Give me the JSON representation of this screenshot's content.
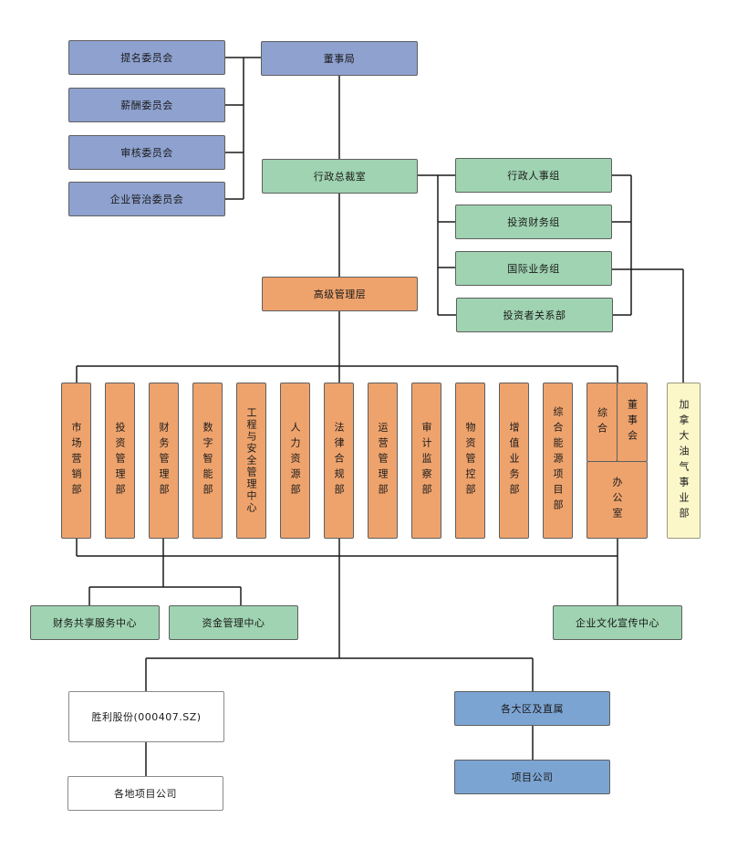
{
  "committees": [
    "提名委员会",
    "薪酬委员会",
    "审核委员会",
    "企业管治委员会"
  ],
  "board": "董事局",
  "exec_office": "行政总裁室",
  "exec_groups": [
    "行政人事组",
    "投资财务组",
    "国际业务组",
    "投资者关系部"
  ],
  "senior_mgmt": "高级管理层",
  "departments": [
    "市场营销部",
    "投资管理部",
    "财务管理部",
    "数字智能部",
    "工程与安全管理中心",
    "人力资源部",
    "法律合规部",
    "运营管理部",
    "审计监察部",
    "物资管控部",
    "增值业务部",
    "综合能源项目部"
  ],
  "office_top_left": "综合",
  "office_top_right": "董事会",
  "office_bottom": "办公室",
  "canada": "加拿大油气事业部",
  "finance_centers": [
    "财务共享服务中心",
    "资金管理中心"
  ],
  "culture_center": "企业文化宣传中心",
  "subsidiary": "胜利股份(000407.SZ)",
  "local_projects": "各地项目公司",
  "regions": "各大区及直属",
  "project_company": "项目公司",
  "colors": {
    "board_blue": "#8ea1cf",
    "office_green": "#9fd3b1",
    "department_orange": "#eea36d",
    "region_blue": "#7ca4d3",
    "canada_yellow": "#fbf7c9",
    "line": "#1a1a1a"
  }
}
